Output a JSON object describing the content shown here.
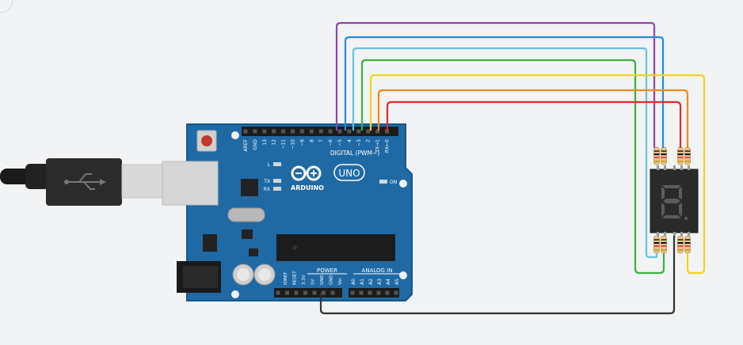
{
  "board": {
    "brand": "ARDUINO",
    "model": "UNO",
    "digital_label": "DIGITAL (PWM~)",
    "power_label": "POWER",
    "analog_label": "ANALOG IN",
    "on_label": "ON",
    "led_labels": [
      "L",
      "TX",
      "RX"
    ],
    "digital_pins": [
      "AREF",
      "GND",
      "13",
      "12",
      "~11",
      "~10",
      "~9",
      "8",
      "7",
      "~6",
      "~5",
      "4",
      "~3",
      "2",
      "TX→1",
      "RX←0"
    ],
    "power_pins": [
      "IOREF",
      "RESET",
      "3.3V",
      "5V",
      "GND",
      "GND",
      "Vin"
    ],
    "analog_pins": [
      "A0",
      "A1",
      "A2",
      "A3",
      "A4",
      "A5"
    ]
  },
  "display": {
    "digit": "8"
  },
  "colors": {
    "background": "#f1f3f4",
    "board": "#1f6aa5",
    "board_edge": "#17568a",
    "header": "#1c1c1c",
    "wire_purple": "#8e44ad",
    "wire_blue": "#2b8ad6",
    "wire_lightblue": "#66c2e0",
    "wire_green": "#3cb043",
    "wire_yellow": "#f2d31b",
    "wire_orange": "#f08a16",
    "wire_red": "#e02b2b",
    "wire_black": "#333333"
  }
}
